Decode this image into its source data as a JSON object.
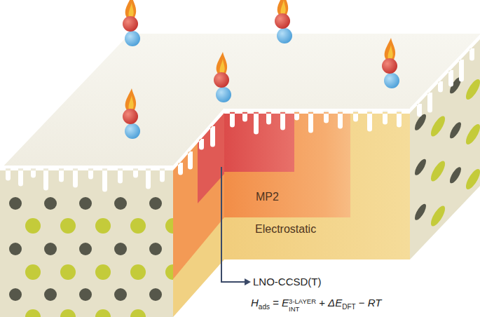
{
  "diagram": {
    "nodes": [
      {
        "text": [
          "Electrostatic"
        ]
      },
      {
        "text": [
          "MP2"
        ],
        "in": 0
      }
    ],
    "labels": [
      "LNO-CCSD(T)",
      "H",
      "ads",
      "=",
      "E",
      "3-LAYER",
      "INT",
      "+",
      "ΔE",
      "DFT",
      "−",
      "RT"
    ]
  }
}
